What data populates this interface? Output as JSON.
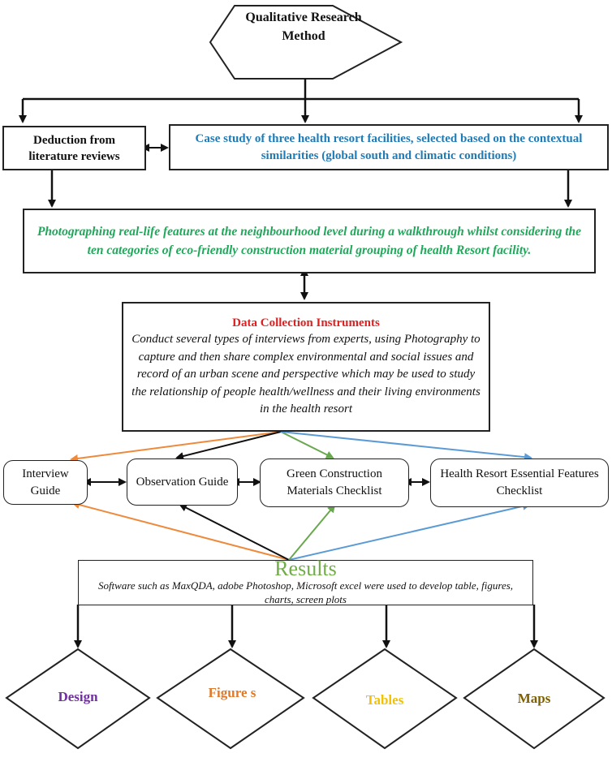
{
  "top": {
    "title": "Qualitative Research Method"
  },
  "deduction": {
    "text": "Deduction from literature reviews"
  },
  "case_study": {
    "text": "Case study of three health resort facilities, selected based on the contextual similarities (global south and climatic conditions)",
    "color": "#1f7bb6"
  },
  "photographing": {
    "text": "Photographing real-life features at the neighbourhood level during a walkthrough whilst considering the ten categories of eco-friendly construction material grouping of health Resort facility.",
    "color": "#1fa85a"
  },
  "data_collection": {
    "title": "Data Collection Instruments",
    "title_color": "#e02020",
    "body": "Conduct several types of interviews from experts, using Photography to capture and then share complex environmental and social issues and record of an urban scene and perspective which may be used to study the relationship of people health/wellness and their living environments in the health resort"
  },
  "instruments": [
    {
      "label": "Interview Guide"
    },
    {
      "label": "Observation Guide"
    },
    {
      "label": "Green Construction Materials Checklist"
    },
    {
      "label": "Health Resort Essential Features Checklist"
    }
  ],
  "results": {
    "title": "Results",
    "title_color": "#70ad47",
    "body": "Software such as MaxQDA, adobe Photoshop, Microsoft excel were used to develop table, figures, charts, screen plots"
  },
  "outputs": [
    {
      "label": "Design",
      "color": "#7030a0"
    },
    {
      "label": "Figure s",
      "color": "#e07a2a"
    },
    {
      "label": "Tables",
      "color": "#f2c200"
    },
    {
      "label": "Maps",
      "color": "#7f6000"
    }
  ],
  "colors": {
    "arrow_orange": "#ee8a3c",
    "arrow_black": "#111111",
    "arrow_green": "#6aa84f",
    "arrow_blue": "#5b9bd5"
  }
}
